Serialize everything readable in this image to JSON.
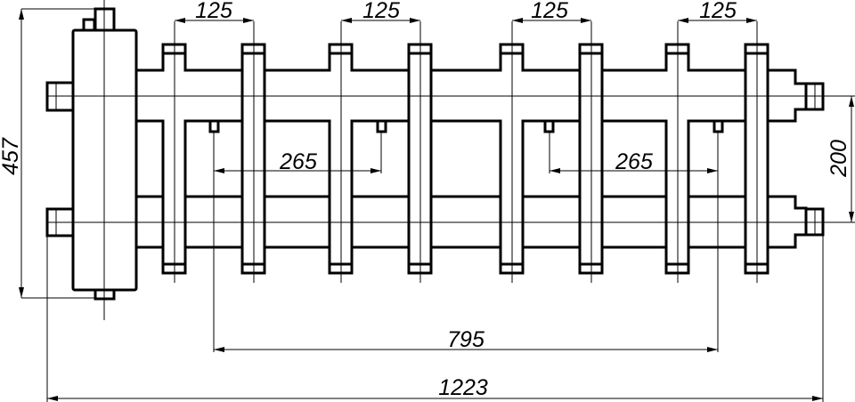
{
  "drawing": {
    "title": "Hydraulic separator with distribution manifold — dimensioned drawing",
    "colors": {
      "line": "#000000",
      "background": "#ffffff"
    },
    "dimensions": {
      "pipe_spacing_1": "125",
      "pipe_spacing_2": "125",
      "pipe_spacing_3": "125",
      "pipe_spacing_4": "125",
      "circuit_spacing_1": "265",
      "circuit_spacing_2": "265",
      "overall_height": "457",
      "connection_spacing": "200",
      "sensor_span": "795",
      "overall_length": "1223"
    },
    "components": [
      {
        "name": "hydraulic-separator",
        "label": ""
      },
      {
        "name": "distribution-manifold",
        "outlet_pairs": 4
      }
    ]
  }
}
